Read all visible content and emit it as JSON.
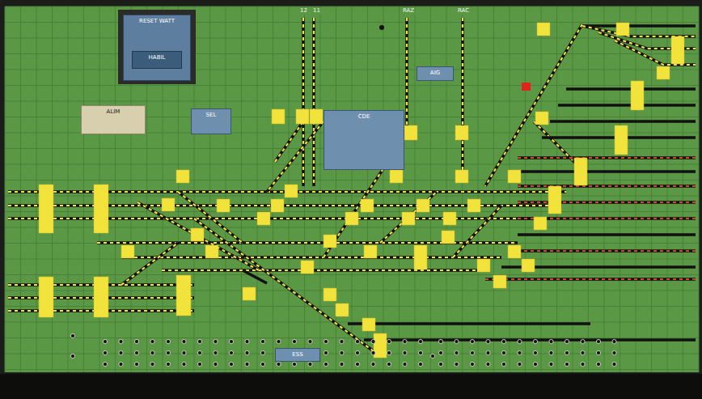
{
  "diagram": {
    "nodes": [
      {
        "text": [
          "RESET WATT"
        ]
      },
      {
        "text": [
          "HABIL"
        ],
        "in": 0
      },
      {
        "text": [
          "ALIM"
        ]
      },
      {
        "text": [
          "SEL"
        ]
      },
      {
        "text": [
          "CDE"
        ]
      },
      {
        "text": [
          "AIG"
        ]
      },
      {
        "text": [
          "ESS"
        ]
      }
    ],
    "labels": [
      "12",
      "11",
      "RAZ",
      "RAC"
    ]
  }
}
